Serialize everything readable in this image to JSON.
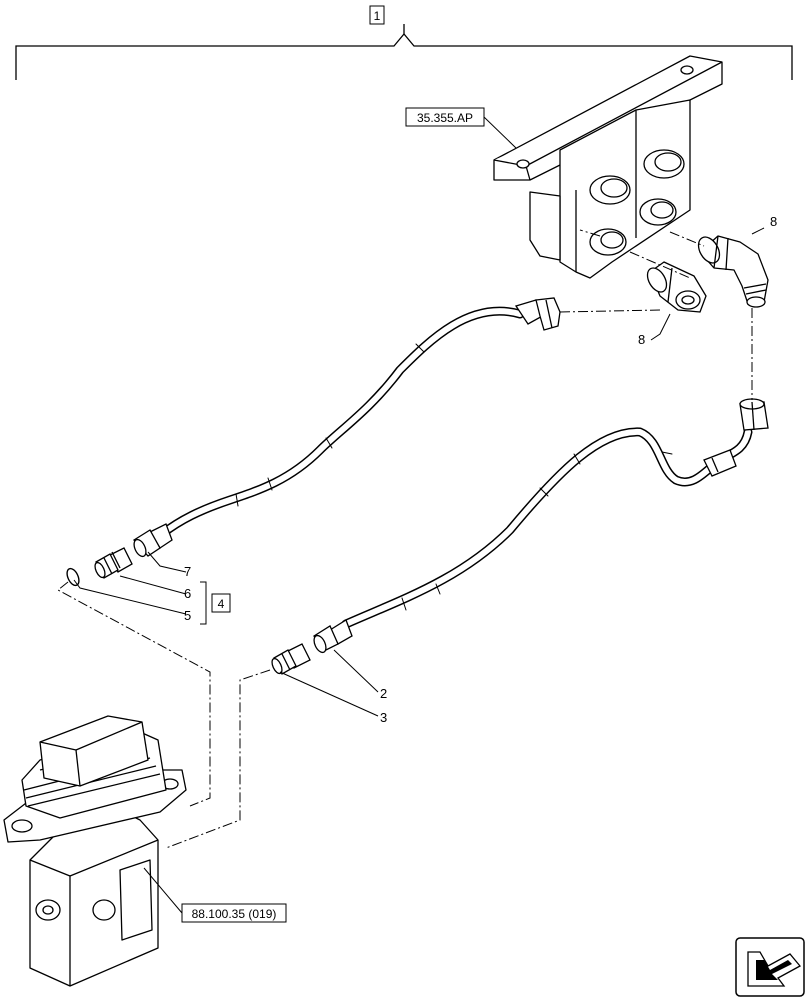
{
  "assembly_number": "1",
  "kit_number": "4",
  "references": {
    "valve_block": "35.355.AP",
    "control_valve": "88.100.35 (019)"
  },
  "callouts": {
    "c2": "2",
    "c3": "3",
    "c5": "5",
    "c6": "6",
    "c7": "7",
    "c8_upper": "8",
    "c8_lower": "8"
  },
  "icons": {
    "nav": "next-page-arrow-icon"
  }
}
